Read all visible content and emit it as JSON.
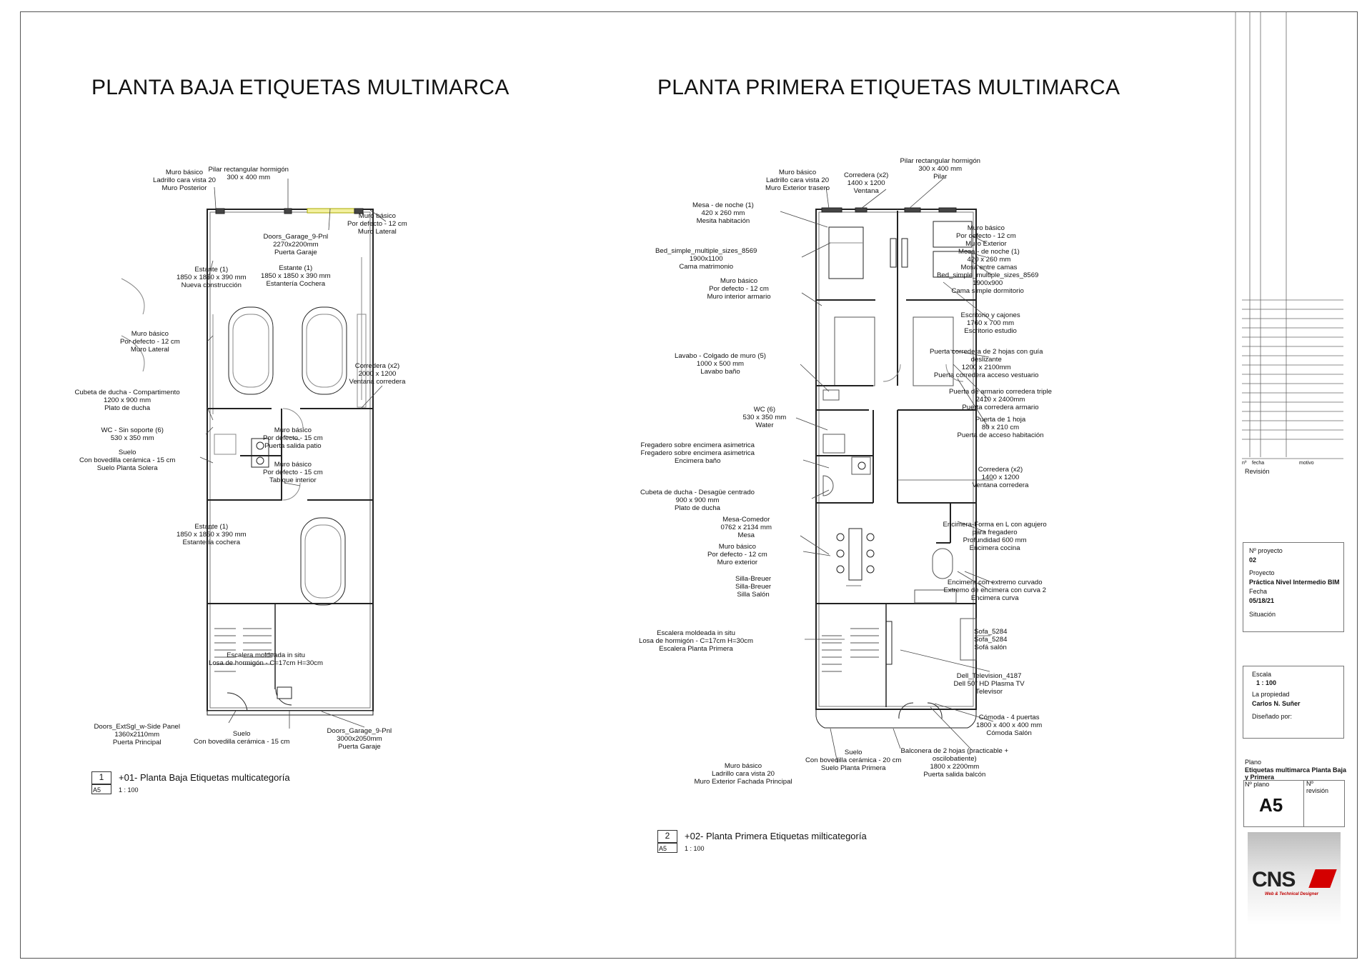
{
  "titles": {
    "left": "PLANTA BAJA ETIQUETAS MULTIMARCA",
    "right": "PLANTA PRIMERA ETIQUETAS MULTIMARCA"
  },
  "views": {
    "left": {
      "number": "1",
      "title": "+01- Planta Baja Etiquetas multicategoría",
      "sheet": "A5",
      "scale": "1 : 100"
    },
    "right": {
      "number": "2",
      "title": "+02- Planta Primera Etiquetas milticategoría",
      "sheet": "A5",
      "scale": "1 : 100"
    }
  },
  "annotations_left": [
    "Muro básico\nLadrillo cara vista 20\nMuro Posterior",
    "Pilar rectangular hormigón\n300 x 400 mm",
    "Muro básico\nPor defecto - 12 cm\nMuro Lateral",
    "Doors_Garage_9-Pnl\n2270x2200mm\nPuerta Garaje",
    "Estante (1)\n1850 x 1850 x 390 mm\nNueva construcción",
    "Estante (1)\n1850 x 1850 x 390 mm\nEstantería Cochera",
    "Muro básico\nPor defecto - 12 cm\nMuro Lateral",
    "Corredera (x2)\n2000 x 1200\nVentana corredera",
    "Cubeta de ducha - Compartimento\n1200 x 900 mm\nPlato de ducha",
    "WC - Sin soporte (6)\n530 x 350 mm",
    "Suelo\nCon bovedilla cerámica - 15 cm\nSuelo Planta Solera",
    "Muro básico\nPor defecto - 15 cm\nPuerta salida patio",
    "Muro básico\nPor defecto - 15 cm\nTabique interior",
    "Estante (1)\n1850 x 1850 x 390 mm\nEstantería cochera",
    "Escalera moldeada in situ\nLosa de hormigón - C=17cm H=30cm",
    "Doors_ExtSgl_w-Side Panel\n1360x2110mm\nPuerta Principal",
    "Suelo\nCon bovedilla cerámica - 15 cm",
    "Doors_Garage_9-Pnl\n3000x2050mm\nPuerta Garaje"
  ],
  "annotations_right": [
    "Muro básico\nLadrillo cara vista 20\nMuro Exterior trasero",
    "Corredera (x2)\n1400 x 1200\nVentana",
    "Pilar rectangular hormigón\n300 x 400 mm\nPilar",
    "Mesa - de noche (1)\n420 x 260 mm\nMesita habitación",
    "Muro básico\nPor defecto - 12 cm\nMuro Exterior",
    "Mesa - de noche (1)\n420 x 260 mm\nMosa entre camas",
    "Bed_simple_multiple_sizes_8569\n1900x1100\nCama matrimonio",
    "Bed_simple_multiple_sizes_8569\n1900x900\nCama simple dormitorio",
    "Muro básico\nPor defecto - 12 cm\nMuro interior armario",
    "Escritorio y cajones\n1760 x 700 mm\nEscritorio estudio",
    "Lavabo - Colgado de muro (5)\n1000 x 500 mm\nLavabo baño",
    "Puerta corredera de 2 hojas con guía\ndeslizante\n1200 x 2100mm\nPuerta corredera acceso vestuario",
    "Puerta de armario corredera triple\n2410 x 2400mm\nPuerta corredera armario",
    "WC (6)\n530 x 350 mm\nWater",
    "Puerta de 1 hoja\n80 x 210 cm\nPuerta de acceso habitación",
    "Fregadero sobre encimera asimetrica\nFregadero sobre encimera asimetrica\nEncimera baño",
    "Corredera (x2)\n1400 x 1200\nVentana corredera",
    "Cubeta de ducha - Desagüe centrado\n900 x 900 mm\nPlato de ducha",
    "Mesa-Comedor\n0762 x 2134 mm\nMesa",
    "Encimera-Forma en L con agujero\npara fregadero\nProfundidad 600 mm\nEncimera cocina",
    "Muro básico\nPor defecto - 12 cm\nMuro exterior",
    "Silla-Breuer\nSilla-Breuer\nSilla Salón",
    "Encimera con extremo curvado\nExtremo de encimera con curva 2\nEncimera curva",
    "Escalera moldeada in situ\nLosa de hormigón - C=17cm H=30cm\nEscalera Planta Primera",
    "Sofa_5284\nSofa_5284\nSofá salón",
    "Dell_Television_4187\nDell 50\" HD Plasma TV\nTelevisor",
    "Cómoda - 4 puertas\n1800 x 400 x 400 mm\nCómoda Salón",
    "Suelo\nCon bovedilla cerámica - 20 cm\nSuelo Planta Primera",
    "Balconera de 2 hojas (practicable +\noscilobatiente)\n1800 x 2200mm\nPuerta salida balcón",
    "Muro básico\nLadrillo cara vista 20\nMuro Exterior Fachada Principal"
  ],
  "title_block": {
    "revision_headers": [
      "nº",
      "fecha",
      "motivo"
    ],
    "revision_label": "Revisión",
    "project_no_label": "Nº proyecto",
    "project_no": "02",
    "project_label": "Proyecto",
    "project": "Práctica Nivel Intermedio BIM",
    "date_label": "Fecha",
    "date": "05/18/21",
    "situation_label": "Situación",
    "scale_label": "Escala",
    "scale": "1 : 100",
    "owner_label": "La propiedad",
    "owner": "Carlos N. Suñer",
    "designer_label": "Diseñado por:",
    "plan_label": "Plano",
    "plan_name": "Etiquetas multimarca Planta Baja\ny Primera",
    "plan_no_label": "Nº plano",
    "revision_no_label": "Nº\nrevisión",
    "sheet": "A5"
  },
  "logo": {
    "text": "CNS",
    "subtitle": "Web & Technical Designer"
  }
}
